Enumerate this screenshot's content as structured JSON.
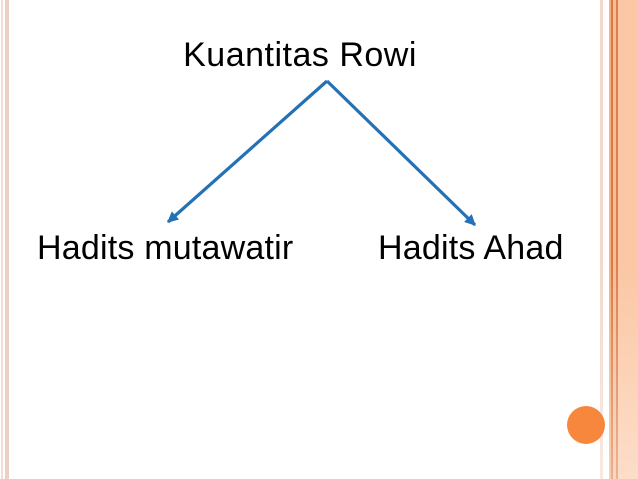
{
  "slide": {
    "title": "Kuantitas Rowi",
    "background_color": "#ffffff"
  },
  "diagram": {
    "type": "tree",
    "root_label": "Kuantitas Rowi",
    "connector_color": "#2471b5",
    "children": [
      {
        "label": "Hadits mutawatir"
      },
      {
        "label": "Hadits Ahad"
      }
    ]
  },
  "decorations": {
    "circle_color": "#f6873d",
    "left_stripe_colors": [
      "#f3ded6",
      "#edd0c5"
    ],
    "right_band_colors": [
      "#f3d9cd",
      "#f4b183",
      "#d97b45",
      "#f7bd95",
      "#db8050",
      "#fbc7a4"
    ]
  }
}
